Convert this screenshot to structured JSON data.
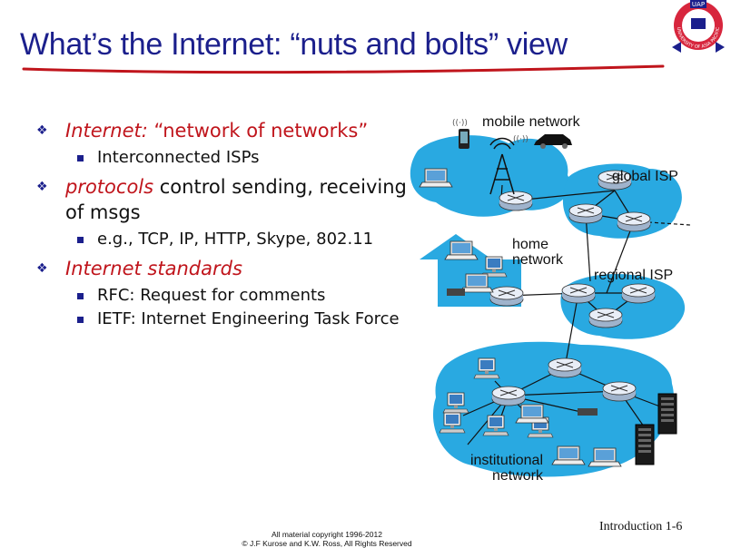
{
  "slide": {
    "title": "What’s the Internet: “nuts and bolts” view",
    "logo_text": "UAP",
    "logo_ring_text": "UNIVERSITY OF ASIA PACIFIC",
    "bullets": [
      {
        "prefix": "Internet:",
        "text": " “network of networks”",
        "sub": [
          "Interconnected ISPs"
        ]
      },
      {
        "prefix": "protocols",
        "text": " control sending, receiving of msgs",
        "sub": [
          "e.g., TCP, IP, HTTP, Skype,  802.11"
        ]
      },
      {
        "prefix": "Internet  standards",
        "text": "",
        "sub": [
          "RFC: Request for comments",
          "IETF: Internet Engineering Task Force"
        ]
      }
    ],
    "diagram_labels": {
      "mobile": "mobile network",
      "global": "global ISP",
      "home": "home network",
      "regional": "regional ISP",
      "institutional": "institutional network"
    },
    "copyright_line1": "All material copyright 1996-2012",
    "copyright_line2": "© J.F Kurose and K.W. Ross, All Rights Reserved",
    "footer": "Introduction 1-6"
  },
  "colors": {
    "title": "#1b1f8c",
    "accent_red": "#c0151c",
    "cloud": "#29a9e1",
    "router": "#dde6f2"
  }
}
